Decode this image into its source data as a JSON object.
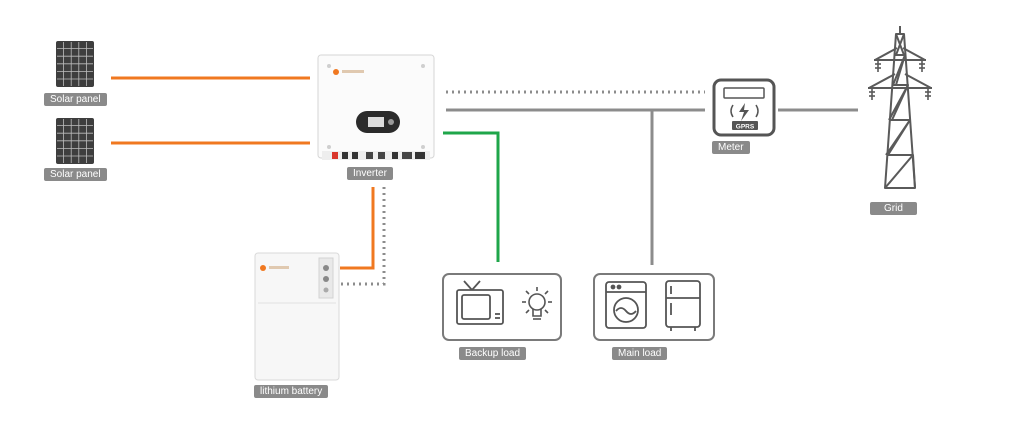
{
  "labels": {
    "solar_panel_top": "Solar panel",
    "solar_panel_bottom": "Solar panel",
    "inverter": "Inverter",
    "battery": "lithium battery",
    "backup_load": "Backup load",
    "main_load": "Main load",
    "meter": "Meter",
    "grid": "Grid",
    "meter_gprs": "GPRS"
  },
  "colors": {
    "dc_line": "#f07820",
    "backup_line": "#1fa64a",
    "ac_line": "#8c8c8c",
    "comm_line": "#8c8c8c",
    "label_bg": "#8a8a8a",
    "icon_stroke": "#555555"
  },
  "icons": {
    "solar_panel": "solar-panel-icon",
    "inverter": "inverter-icon",
    "battery": "battery-icon",
    "tv": "tv-icon",
    "bulb": "light-bulb-icon",
    "washer": "washing-machine-icon",
    "fridge": "refrigerator-icon",
    "meter": "smart-meter-icon",
    "tower": "transmission-tower-icon"
  }
}
